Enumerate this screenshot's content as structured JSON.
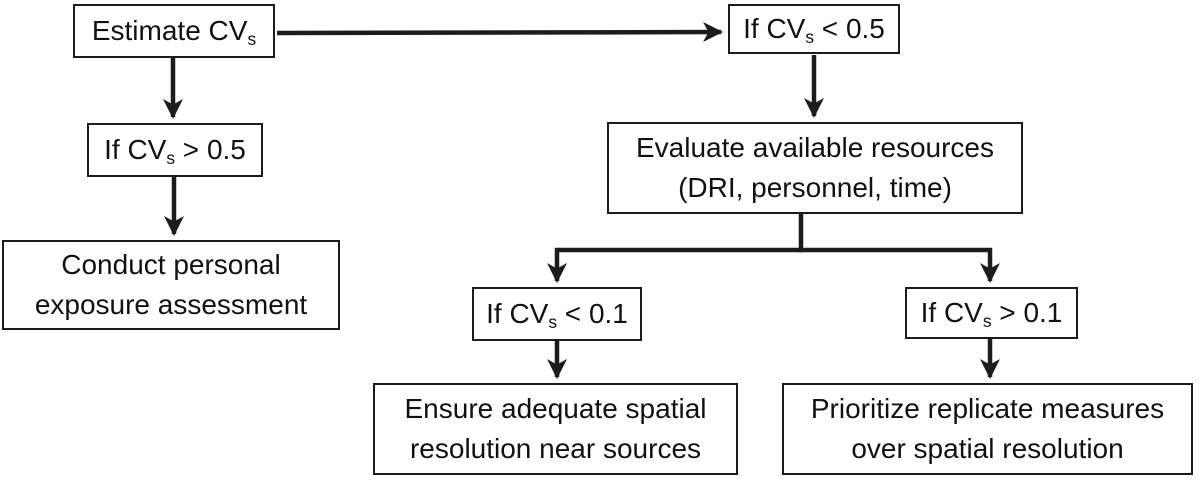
{
  "diagram": {
    "type": "flowchart",
    "colors": {
      "stroke": "#1c1c1c",
      "text": "#111111",
      "background": "#ffffff"
    },
    "nodes": [
      {
        "id": "estimate-cvs",
        "pre": "Estimate CV",
        "sub": "s",
        "post": ""
      },
      {
        "id": "if-cvs-lt-0.5",
        "pre": "If CV",
        "sub": "s",
        "post": " < 0.5"
      },
      {
        "id": "if-cvs-gt-0.5",
        "pre": "If CV",
        "sub": "s",
        "post": " > 0.5"
      },
      {
        "id": "evaluate-resources",
        "line1": "Evaluate available resources",
        "line2": "(DRI, personnel, time)"
      },
      {
        "id": "conduct-assessment",
        "line1": "Conduct personal",
        "line2": "exposure assessment"
      },
      {
        "id": "if-cvs-lt-0.1",
        "pre": "If CV",
        "sub": "s",
        "post": " < 0.1"
      },
      {
        "id": "if-cvs-gt-0.1",
        "pre": "If CV",
        "sub": "s",
        "post": " > 0.1"
      },
      {
        "id": "ensure-spatial",
        "line1": "Ensure adequate spatial",
        "line2": "resolution near sources"
      },
      {
        "id": "prioritize-replicates",
        "line1": "Prioritize replicate measures",
        "line2": "over spatial resolution"
      }
    ],
    "edges": [
      {
        "from": "estimate-cvs",
        "to": "if-cvs-lt-0.5"
      },
      {
        "from": "estimate-cvs",
        "to": "if-cvs-gt-0.5"
      },
      {
        "from": "if-cvs-gt-0.5",
        "to": "conduct-assessment"
      },
      {
        "from": "if-cvs-lt-0.5",
        "to": "evaluate-resources"
      },
      {
        "from": "evaluate-resources",
        "to": "if-cvs-lt-0.1"
      },
      {
        "from": "evaluate-resources",
        "to": "if-cvs-gt-0.1"
      },
      {
        "from": "if-cvs-lt-0.1",
        "to": "ensure-spatial"
      },
      {
        "from": "if-cvs-gt-0.1",
        "to": "prioritize-replicates"
      }
    ]
  }
}
